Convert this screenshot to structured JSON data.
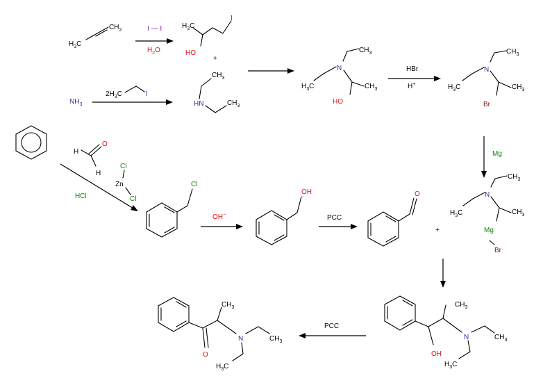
{
  "colors": {
    "nitrogen": "#3030a0",
    "oxygen": "#e01010",
    "iodine": "#7a1fa0",
    "chlorine": "#108010",
    "magnesium": "#108010",
    "bromine": "#7a1010",
    "bond": "#000000"
  },
  "reagents": {
    "iodine_reagent": "I — I",
    "water": "H",
    "water_sub": "2",
    "water_o": "O",
    "ethyl_iodide_prefix": "2H",
    "ethyl_iodide_sub": "3",
    "ethyl_iodide_c": "C",
    "ethyl_iodide_i": "I",
    "hbr": "HBr",
    "h_plus": "H",
    "h_plus_sup": "+",
    "mg": "Mg",
    "hcl": "HCl",
    "hydroxide": "OH",
    "hydroxide_sup": "−",
    "pcc_1": "PCC",
    "pcc_2": "PCC",
    "plus_1": "+",
    "plus_2": "+"
  },
  "atoms": {
    "h3c": "H",
    "sub3": "3",
    "c": "C",
    "ch2": "CH",
    "sub2": "2",
    "ch3": "CH",
    "ho": "HO",
    "oh": "OH",
    "o": "O",
    "n": "N",
    "hn": "HN",
    "nh3": "NH",
    "i": "I",
    "br": "Br",
    "mgbr_mg": "Mg",
    "mgbr_br": "Br",
    "cl": "Cl",
    "zn": "Zn",
    "h": "H"
  }
}
